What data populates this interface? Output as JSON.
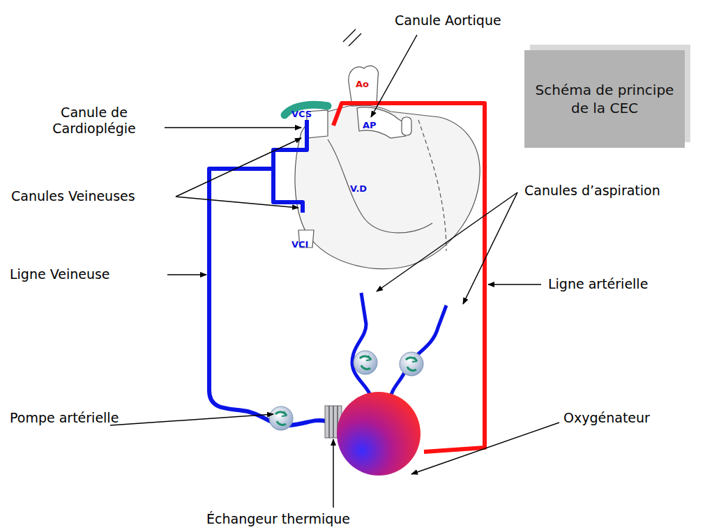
{
  "diagram": {
    "nodes": [
      {
        "text": [
          "Schéma de principe de la CEC"
        ]
      }
    ],
    "edges": [],
    "labels": [
      "Canule Aortique",
      "VCS",
      "Ao",
      "Canule de Cardioplégie",
      "AP",
      "Canules Veineuses",
      "Canules d’aspiration",
      "V.D",
      "VCI",
      "Ligne Veineuse",
      "Ligne artérielle",
      "Pompe artérielle",
      "Oxygénateur",
      "Échangeur thermique"
    ]
  }
}
